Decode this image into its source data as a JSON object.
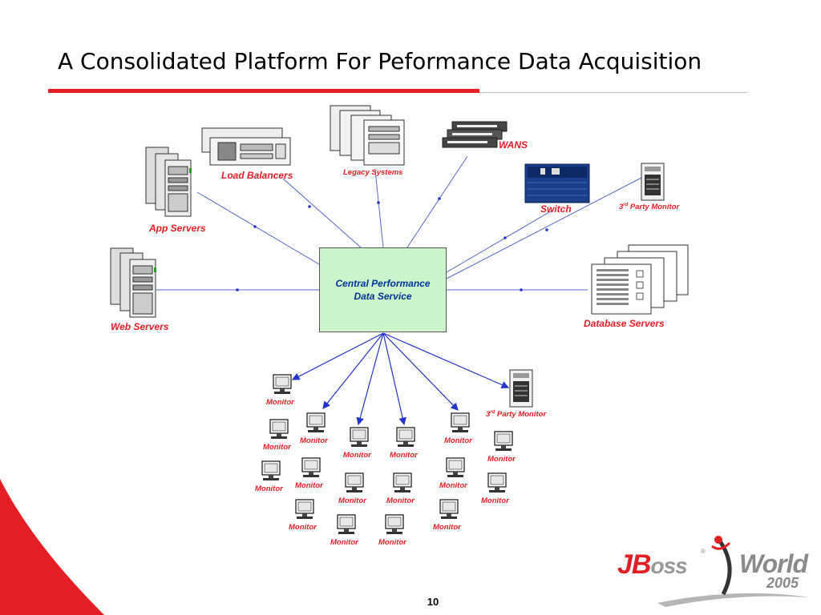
{
  "slide": {
    "title": "A Consolidated Platform For Peformance Data Acquisition",
    "page_number": "10"
  },
  "diagram": {
    "center": "Central Performance\nData Service",
    "labels": {
      "load_balancers": "Load Balancers",
      "legacy_systems": "Legacy Systems",
      "wans": "WANS",
      "app_servers": "App Servers",
      "switch": "Switch",
      "third_party_monitor_sup": "rd",
      "third_party_monitor_pre": "3",
      "third_party_monitor_post": " Party Monitor",
      "web_servers": "Web Servers",
      "database_servers": "Database Servers",
      "monitor": "Monitor"
    },
    "monitors_count_note": "",
    "colors": {
      "accent": "#e31e24",
      "connector": "#3333cc",
      "center_fill": "#ccf5cc",
      "center_text": "#003399"
    }
  },
  "logo": {
    "j": "J",
    "b": "B",
    "oss": "oss",
    "world": "World",
    "year": "2005",
    "reg": "®"
  }
}
